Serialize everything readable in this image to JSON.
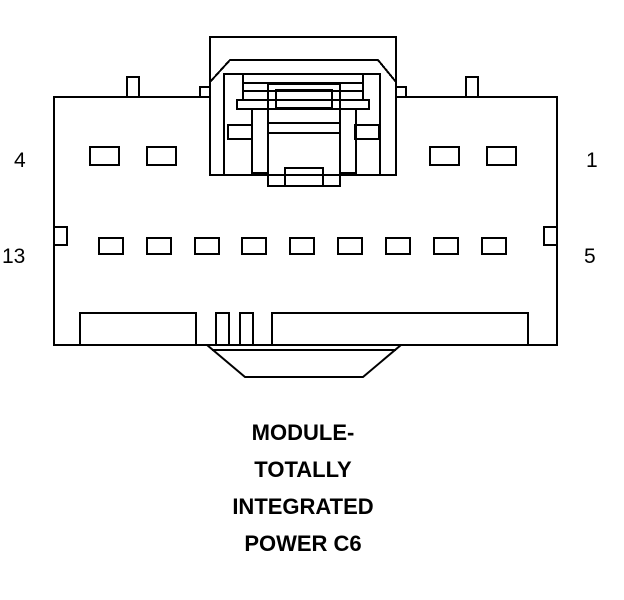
{
  "pin_labels": {
    "top_left": "4",
    "top_right": "1",
    "bottom_left": "13",
    "bottom_right": "5"
  },
  "caption": {
    "line1": "MODULE-",
    "line2": "TOTALLY",
    "line3": "INTEGRATED",
    "line4": "POWER C6"
  },
  "colors": {
    "stroke": "#000000",
    "background": "#ffffff"
  }
}
